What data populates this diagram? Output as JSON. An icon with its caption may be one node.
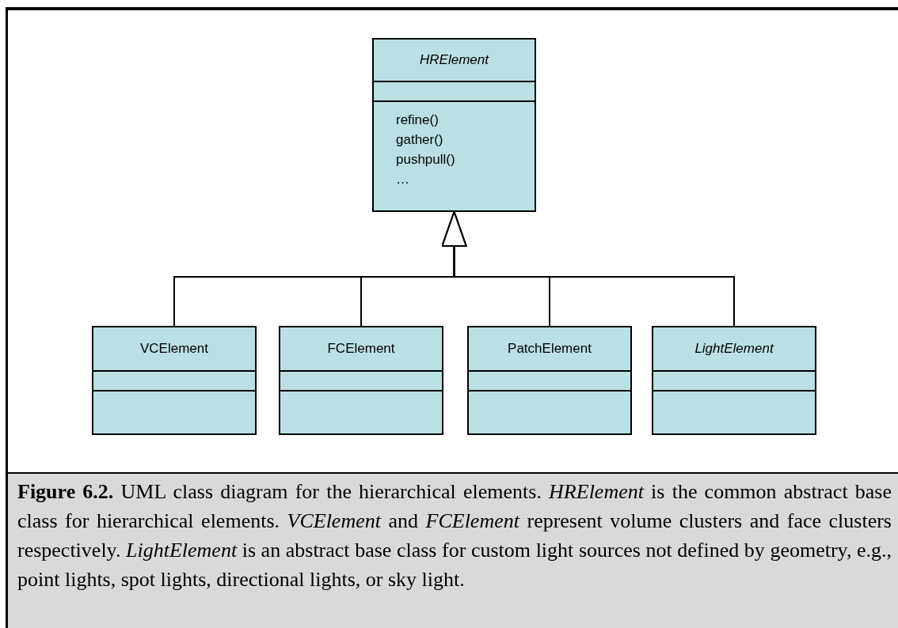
{
  "diagram": {
    "caption": "**Figure 6.2.** UML class diagram for the hierarchical elements. *HRElement* is the common abstract base class for hierarchical elements. *VCElement* and *FCElement* represent volume clusters and face clusters respectively. *LightElement* is an abstract base class for custom light sources not defined by geometry, e.g., point lights, spot lights, directional lights, or sky light.",
    "nodes": [
      {
        "text": [
          "HRElement",
          "refine()",
          "gather()",
          "pushpull()",
          "…"
        ]
      },
      {
        "text": [
          "VCElement"
        ]
      },
      {
        "text": [
          "FCElement"
        ]
      },
      {
        "text": [
          "PatchElement"
        ]
      },
      {
        "text": [
          "LightElement"
        ]
      }
    ],
    "edges": [
      {
        "from": 1,
        "to": 0,
        "arrow": "to"
      },
      {
        "from": 2,
        "to": 0,
        "arrow": "to"
      },
      {
        "from": 3,
        "to": 0,
        "arrow": "to"
      },
      {
        "from": 4,
        "to": 0,
        "arrow": "to"
      }
    ]
  }
}
